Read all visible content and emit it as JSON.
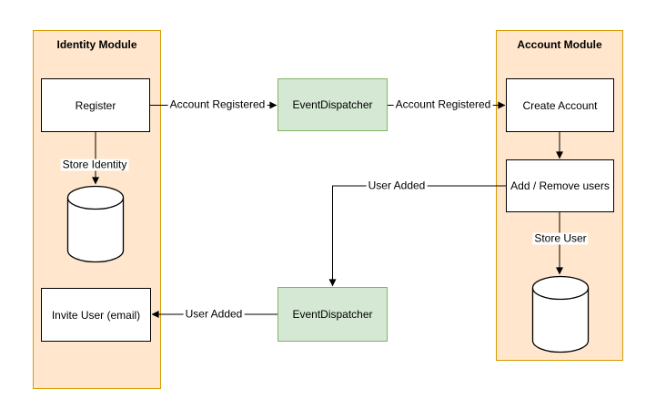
{
  "diagram": {
    "identity_module": {
      "title": "Identity Module",
      "nodes": {
        "register": "Register",
        "invite_user": "Invite User (email)"
      }
    },
    "account_module": {
      "title": "Account Module",
      "nodes": {
        "create_account": "Create Account",
        "add_remove_users": "Add / Remove users"
      }
    },
    "dispatchers": {
      "top": "EventDispatcher",
      "bottom": "EventDispatcher"
    },
    "edge_labels": {
      "register_to_dispatcher": "Account Registered",
      "dispatcher_to_create_account": "Account Registered",
      "register_to_identity_db": "Store Identity",
      "add_remove_to_dispatcher": "User Added",
      "dispatcher_to_invite_user": "User Added",
      "add_remove_to_account_db": "Store User"
    },
    "icons": {
      "identity_database": "database-cylinder",
      "account_database": "database-cylinder"
    },
    "colors": {
      "module_fill": "#FFE6CC",
      "module_border": "#D79B00",
      "dispatcher_fill": "#D5E8D4",
      "dispatcher_border": "#82B366",
      "process_fill": "#FFFFFF",
      "process_border": "#000000",
      "arrow": "#000000",
      "canvas_background": "#FFFFFF"
    }
  }
}
